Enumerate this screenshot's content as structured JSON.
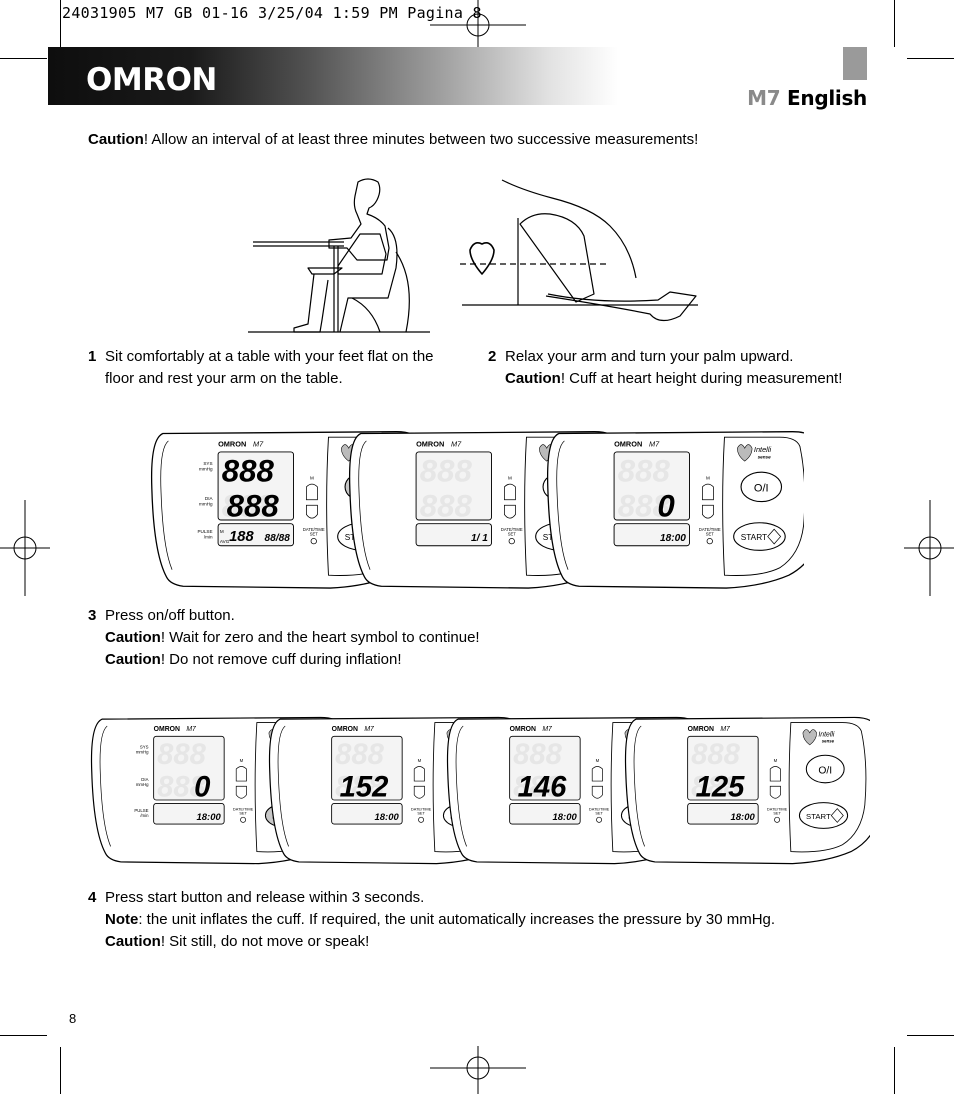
{
  "slug": "24031905 M7 GB 01-16  3/25/04  1:59 PM  Pagina 8",
  "brand": {
    "logo": "OMRON",
    "model": "M7",
    "language": "English"
  },
  "caution_top": {
    "label": "Caution",
    "text": "! Allow an interval of at least three minutes between two successive measurements!"
  },
  "steps": [
    {
      "number": "1",
      "lines": [
        "Sit comfortably at a table with your feet flat on the",
        "floor and rest your arm on the table."
      ]
    },
    {
      "number": "2",
      "line1": "Relax your arm and turn your palm upward.",
      "caution_label": "Caution",
      "caution_text": "! Cuff at heart height during measurement!"
    },
    {
      "number": "3",
      "line1": "Press on/off button.",
      "cautions": [
        {
          "label": "Caution",
          "text": "! Wait for zero and the heart symbol to continue!"
        },
        {
          "label": "Caution",
          "text": "! Do not remove cuff during inflation!"
        }
      ]
    },
    {
      "number": "4",
      "line1": "Press start button and release within 3 seconds.",
      "note_label": "Note",
      "note_text": ": the unit inflates the cuff. If required, the unit automatically increases the pressure by 30 mmHg.",
      "caution_label": "Caution",
      "caution_text": "! Sit still, do not move or speak!"
    }
  ],
  "device": {
    "brand": "OMRON",
    "model": "M7",
    "intelli": "Intelli",
    "sense": "sense",
    "sys": "SYS",
    "dia": "DIA",
    "mmhg": "mmHg",
    "pulse": "PULSE",
    "per_min": "/min",
    "mem": "M",
    "avg": "AVG",
    "datetime": "DATE/TIME",
    "set": "SET",
    "start": "START",
    "onoff": "O/I",
    "memory_button": "M"
  },
  "row1": [
    {
      "upper": "888",
      "lower": "888",
      "pulse": "188",
      "time": "88/88"
    },
    {
      "upper": "",
      "lower": "",
      "pulse": "",
      "time": "1/ 1"
    },
    {
      "upper": "",
      "lower": "0",
      "pulse": "",
      "time": "18:00"
    }
  ],
  "row2": [
    {
      "upper": "",
      "lower": "0",
      "time": "18:00"
    },
    {
      "upper": "",
      "lower": "152",
      "time": "18:00"
    },
    {
      "upper": "",
      "lower": "146",
      "time": "18:00"
    },
    {
      "upper": "",
      "lower": "125",
      "time": "18:00"
    }
  ],
  "page_number": "8"
}
